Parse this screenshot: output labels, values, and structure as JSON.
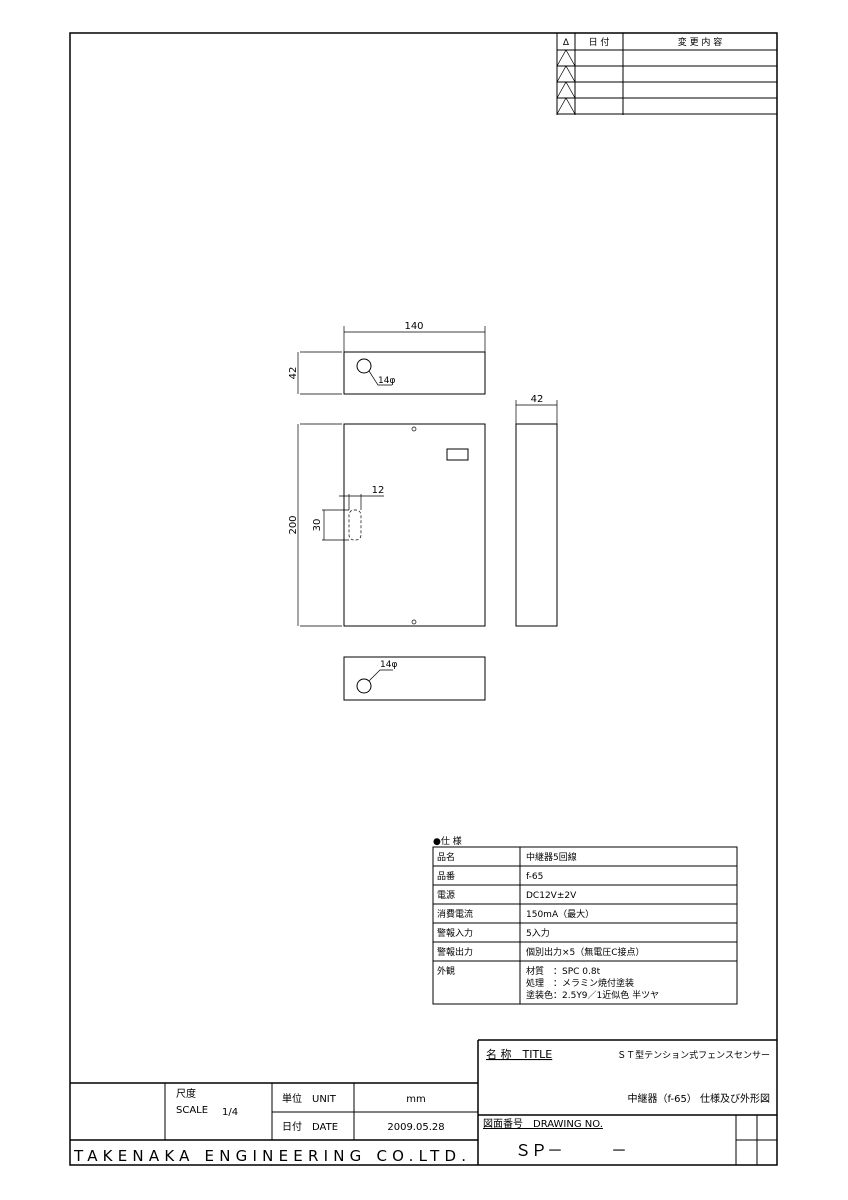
{
  "revision_table": {
    "headers": [
      "Δ",
      "日 付",
      "変 更 内 容"
    ],
    "row_count": 4
  },
  "drawing": {
    "dim_width": "140",
    "dim_depth_top": "42",
    "dim_depth_side": "42",
    "dim_height": "200",
    "dim_slot_width": "12",
    "dim_slot_height": "30",
    "hole_top": "14φ",
    "hole_bottom": "14φ"
  },
  "spec": {
    "heading": "●仕 様",
    "rows": [
      {
        "label": "品名",
        "value": "中継器5回線"
      },
      {
        "label": "品番",
        "value": "f-65"
      },
      {
        "label": "電源",
        "value": "DC12V±2V"
      },
      {
        "label": "消費電流",
        "value": "150mA（最大）"
      },
      {
        "label": "警報入力",
        "value": "5入力"
      },
      {
        "label": "警報出力",
        "value": "個別出力×5（無電圧C接点）"
      },
      {
        "label": "外観",
        "lines": [
          "材質　：SPC 0.8t",
          "処理　：メラミン焼付塗装",
          "塗装色：2.5Y9／1近似色 半ツヤ"
        ]
      }
    ]
  },
  "title_block": {
    "title_label": "名 称　TITLE",
    "title_line1": "ＳＴ型テンション式フェンスセンサー",
    "title_line2": "中継器（f-65） 仕様及び外形図",
    "scale_label_jp": "尺度",
    "scale_label_en": "SCALE",
    "scale_value": "1/4",
    "unit_label": "単位　UNIT",
    "unit_value": "mm",
    "date_label": "日付　DATE",
    "date_value": "2009.05.28",
    "drawing_no_label": "図面番号　DRAWING NO.",
    "drawing_no_value": "ＳＰ－　　　－",
    "company": "TAKENAKA ENGINEERING CO.LTD."
  }
}
